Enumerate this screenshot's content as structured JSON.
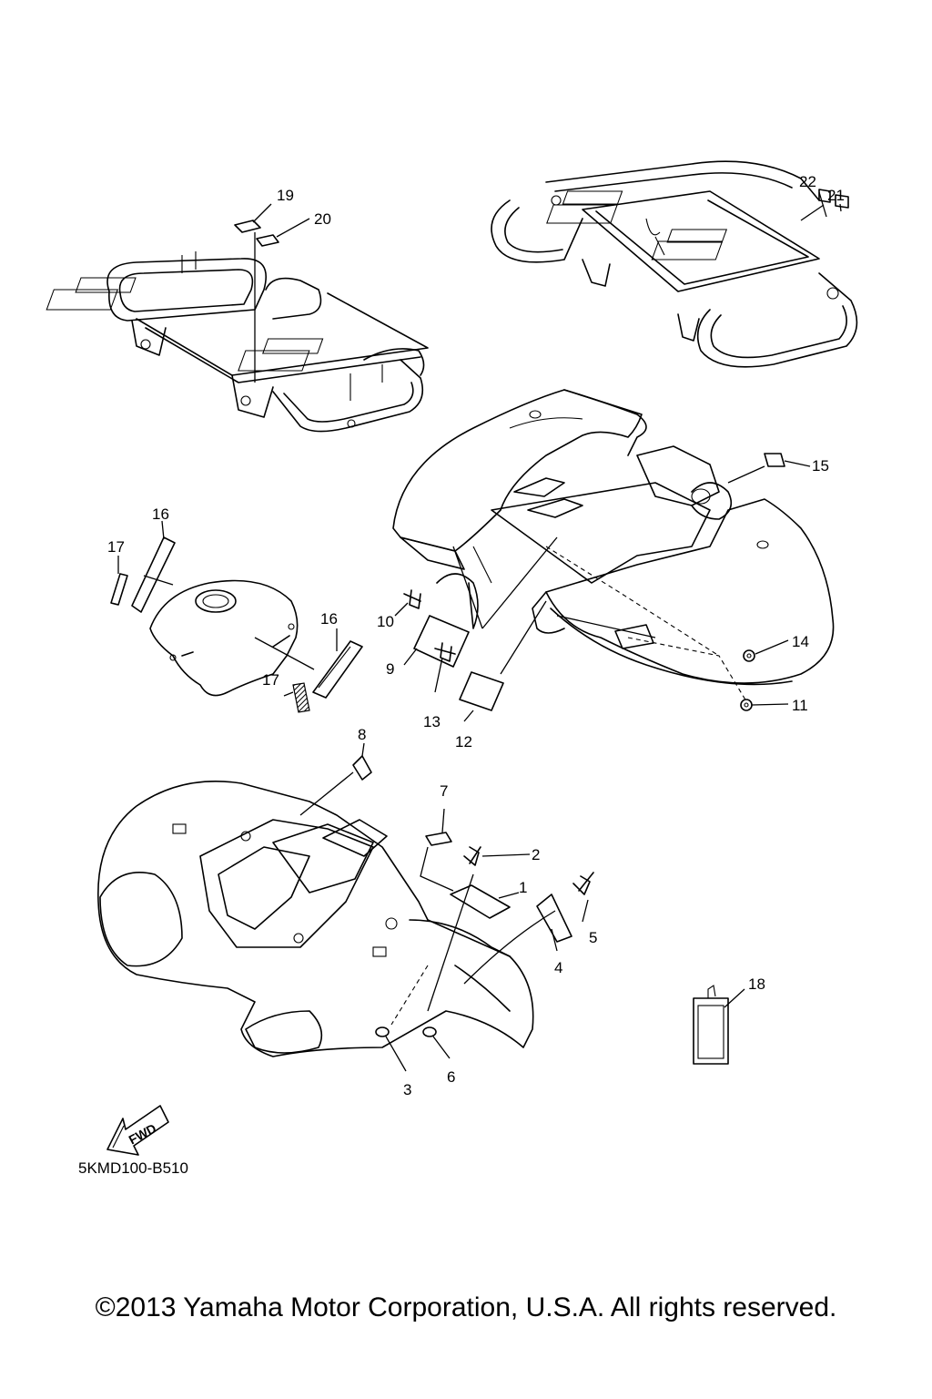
{
  "diagram": {
    "reference_code": "5KMD100-B510",
    "copyright": "©2013 Yamaha Motor Corporation, U.S.A. All rights reserved.",
    "fwd_label": "FWD",
    "callouts": [
      "1",
      "2",
      "3",
      "4",
      "5",
      "6",
      "7",
      "8",
      "9",
      "10",
      "11",
      "12",
      "13",
      "14",
      "15",
      "16",
      "16",
      "17",
      "17",
      "18",
      "19",
      "20",
      "21",
      "22"
    ]
  }
}
